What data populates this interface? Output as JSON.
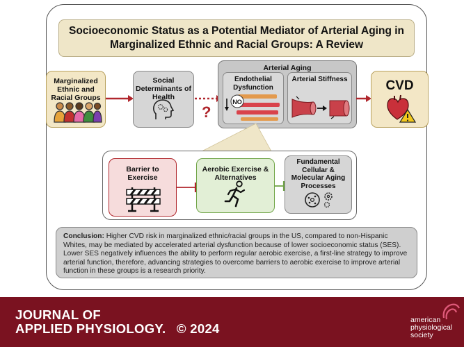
{
  "title": "Socioeconomic Status as a Potential Mediator of Arterial Aging in Marginalized Ethnic and Racial Groups: A Review",
  "nodes": {
    "groups": "Marginalized Ethnic and Racial Groups",
    "sdoh": "Social Determinants of Health",
    "question": "?",
    "arterial_aging": "Arterial Aging",
    "endothelial": "Endothelial Dysfunction",
    "no_label": "NO",
    "stiffness": "Arterial Stiffness",
    "cvd": "CVD",
    "barrier": "Barrier to Exercise",
    "aerobic": "Aerobic Exercise & Alternatives",
    "fundamental": "Fundamental Cellular & Molecular Aging Processes"
  },
  "conclusion": {
    "label": "Conclusion:",
    "text": " Higher CVD risk in marginalized ethnic/racial groups in the US, compared to non-Hispanic Whites, may be mediated by accelerated arterial dysfunction because of lower socioeconomic status (SES). Lower SES negatively influences the ability to perform regular aerobic exercise, a first-line strategy to improve arterial function, therefore, advancing strategies to overcome barriers to aerobic exercise to improve arterial function in these groups is a research priority."
  },
  "footer": {
    "journal_line1": "JOURNAL OF",
    "journal_line2": "APPLIED PHYSIOLOGY.",
    "copyright": "© 2024",
    "society_line1": "american",
    "society_line2": "physiological",
    "society_line3": "society"
  },
  "colors": {
    "accent_red": "#b0262c",
    "groups_fill": "#f3e7c6",
    "barrier_fill": "#f6dcdc",
    "aerobic_fill": "#e2efd6",
    "gray_fill": "#d6d6d6",
    "footer": "#7a1220"
  },
  "icons": [
    "people-group-icon",
    "head-gears-icon",
    "blood-vessel-icon",
    "artery-stiff-icon",
    "heart-warning-icon",
    "barricade-icon",
    "runner-icon",
    "cell-gears-icon"
  ]
}
